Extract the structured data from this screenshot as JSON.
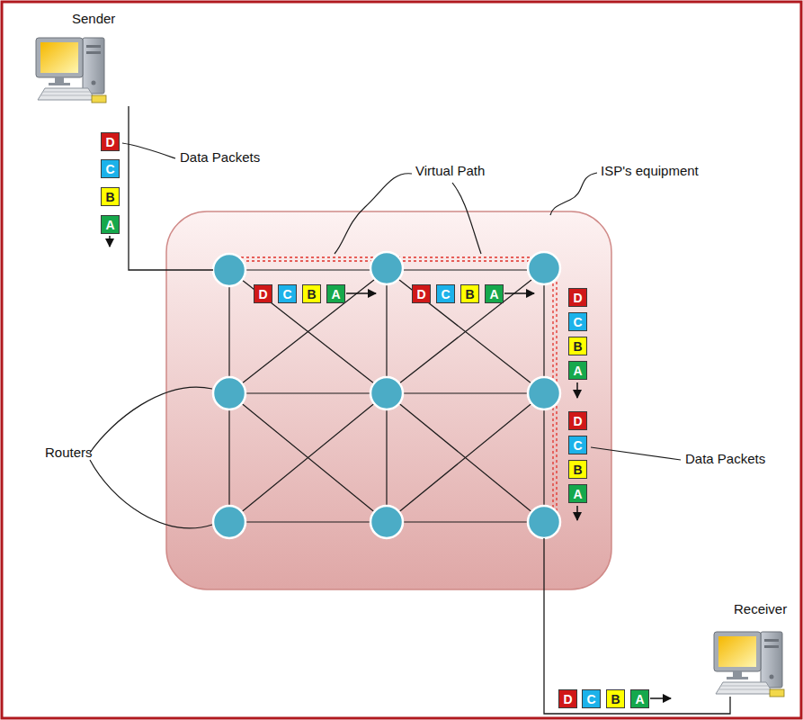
{
  "diagram": {
    "nodes": [
      {
        "text": [
          "D"
        ]
      },
      {
        "text": [
          "C"
        ]
      },
      {
        "text": [
          "B"
        ]
      },
      {
        "text": [
          "A"
        ]
      },
      {
        "text": [
          "D"
        ]
      },
      {
        "text": [
          "C"
        ]
      },
      {
        "text": [
          "B"
        ]
      },
      {
        "text": [
          "A"
        ]
      },
      {
        "text": [
          "D"
        ]
      },
      {
        "text": [
          "C"
        ]
      },
      {
        "text": [
          "B"
        ]
      },
      {
        "text": [
          "A"
        ]
      },
      {
        "text": [
          "D"
        ]
      },
      {
        "text": [
          "C"
        ]
      },
      {
        "text": [
          "B"
        ]
      },
      {
        "text": [
          "A"
        ]
      },
      {
        "text": [
          "D"
        ]
      },
      {
        "text": [
          "C"
        ]
      },
      {
        "text": [
          "B"
        ]
      },
      {
        "text": [
          "A"
        ]
      },
      {
        "text": [
          "D"
        ]
      },
      {
        "text": [
          "C"
        ]
      },
      {
        "text": [
          "B"
        ]
      },
      {
        "text": [
          "A"
        ]
      }
    ],
    "labels": [
      "Sender",
      "Data Packets",
      "Virtual Path",
      "ISP's equipment",
      "Routers",
      "Data Packets",
      "Receiver"
    ]
  }
}
